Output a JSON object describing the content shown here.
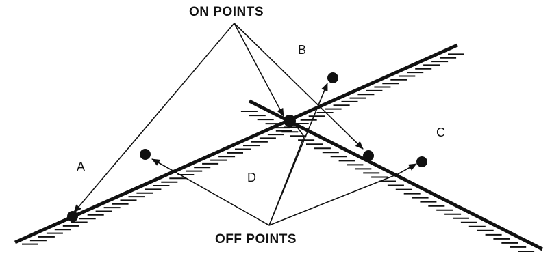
{
  "labels": {
    "on_points": "ON POINTS",
    "off_points": "OFF POINTS",
    "region_a": "A",
    "region_b": "B",
    "region_c": "C",
    "region_d": "D"
  },
  "colors": {
    "ink": "#111111",
    "background": "#ffffff"
  }
}
